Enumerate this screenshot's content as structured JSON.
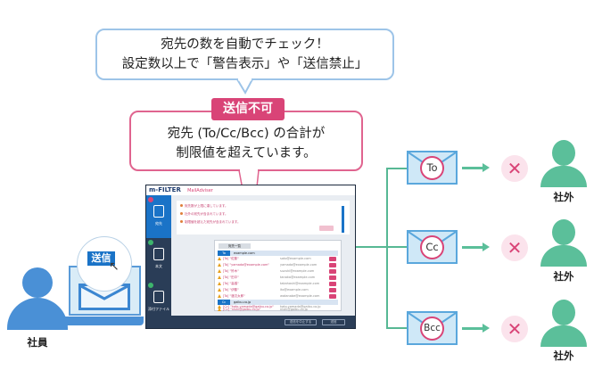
{
  "callout_top": {
    "line1": "宛先の数を自動でチェック！",
    "line2": "設定数以上で「警告表示」や「送信禁止」"
  },
  "badge_nosend": "送信不可",
  "callout_mid": {
    "line1": "宛先 (To/Cc/Bcc) の合計が",
    "line2": "制限値を超えています。"
  },
  "app": {
    "logo": "m-FILTER",
    "subtitle": "MailAdviser",
    "sidebar": [
      {
        "label": "宛先",
        "icon": "address-card-icon",
        "dot_color": "#d94477"
      },
      {
        "label": "本文",
        "icon": "document-icon",
        "dot_color": "#3db56c"
      },
      {
        "label": "添付ファイル",
        "icon": "attachment-file-icon",
        "dot_color": "#3db56c"
      }
    ],
    "warnings": [
      "宛先数が上限に達しています。",
      "社外の宛先が含まれています。",
      "制限値を超えた宛先が含まれています。"
    ],
    "recipient_panel_title": "宛先一覧",
    "groups": [
      {
        "field": "To",
        "domain": "example.com",
        "rows": [
          {
            "name": "[To] \"佐藤\"",
            "mail": "sato@example.com"
          },
          {
            "name": "[To] \"yamada@example.com\"",
            "mail": "yamada@example.com"
          },
          {
            "name": "[To] \"鈴木\"",
            "mail": "suzuki@example.com"
          },
          {
            "name": "[To] \"田中\"",
            "mail": "tanaka@example.com"
          },
          {
            "name": "[To] \"高橋\"",
            "mail": "takahashi@example.com"
          },
          {
            "name": "[To] \"伊藤\"",
            "mail": "ito@example.com"
          },
          {
            "name": "[To] \"渡辺太郎\"",
            "mail": "watanabe@example.com"
          }
        ]
      },
      {
        "field": "Cc",
        "domain": "gaibu.co.jp",
        "rows": [
          {
            "name": "[Cc] \"kato.yamada@gaibu.co.jp\"",
            "mail": "kato.yamada@gaibu.co.jp"
          },
          {
            "name": "[Cc] \"nishi@gaibu.co.jp\"",
            "mail": "nishi@gaibu.co.jp"
          }
        ]
      }
    ],
    "footer_buttons": [
      "送信を中止する",
      "送信"
    ]
  },
  "sender": {
    "send_chip": "送信",
    "label": "社員"
  },
  "recipients": [
    {
      "field": "To",
      "label": "社外"
    },
    {
      "field": "Cc",
      "label": "社外"
    },
    {
      "field": "Bcc",
      "label": "社外"
    }
  ],
  "colors": {
    "accent_pink": "#d94477",
    "accent_blue": "#1a73c7",
    "person_blue": "#4a90d6",
    "person_green": "#5bbf9a",
    "connector_green": "#57b894"
  }
}
